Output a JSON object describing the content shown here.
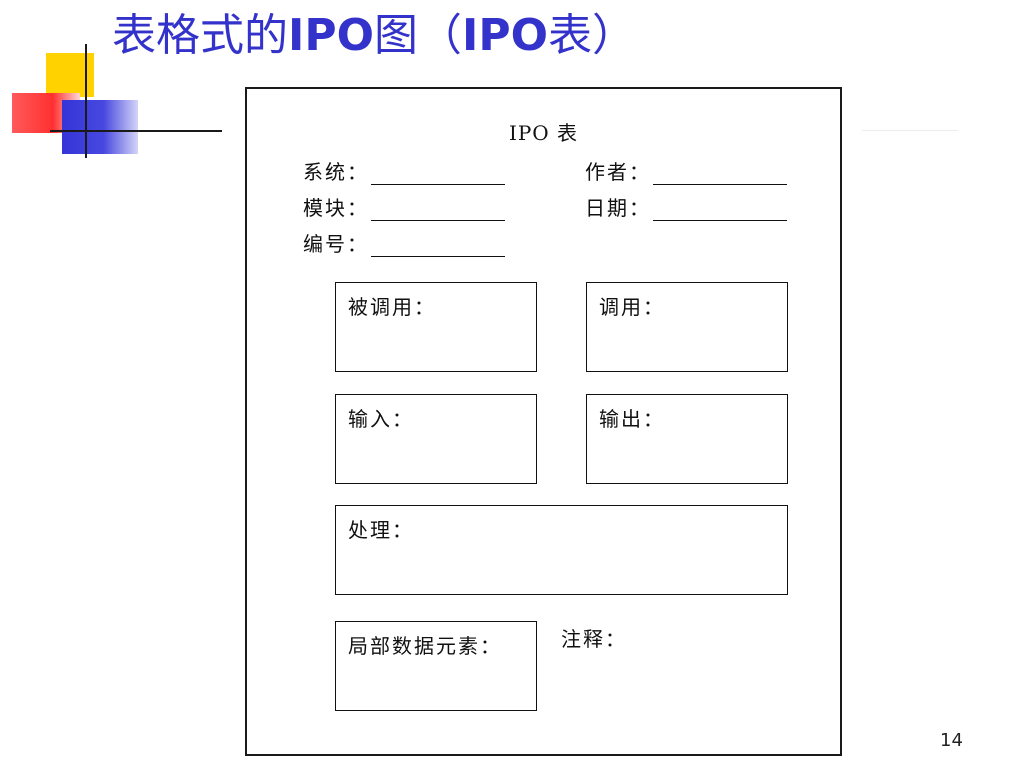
{
  "slide": {
    "title_prefix": "表格式的",
    "title_latin1": "IPO",
    "title_mid": "图（",
    "title_latin2": "IPO",
    "title_suffix": "表）",
    "title_color": "#3333cc",
    "page_number": "14"
  },
  "form": {
    "title": "IPO 表",
    "fields": {
      "system": "系统：",
      "author": "作者：",
      "module": "模块：",
      "date": "日期：",
      "number": "编号："
    },
    "boxes": {
      "called_by": "被调用：",
      "calls": "调用：",
      "input": "输入：",
      "output": "输出：",
      "process": "处理：",
      "local_data": "局部数据元素："
    },
    "note": "注释："
  },
  "decor": {
    "yellow": "#ffd200",
    "red": "#ff3030",
    "blue": "#3434d8"
  }
}
